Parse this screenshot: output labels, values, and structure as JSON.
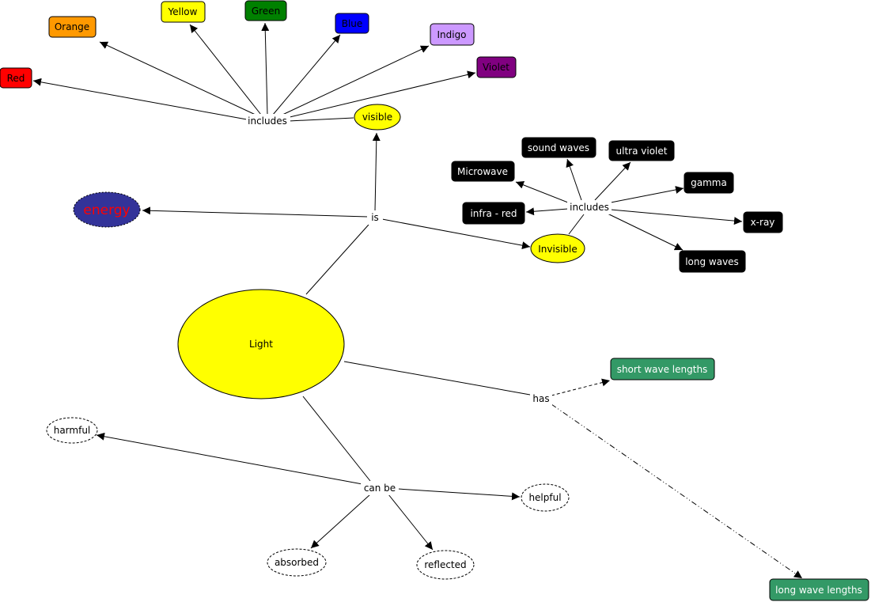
{
  "diagram": {
    "nodes": {
      "light": {
        "label": "Light",
        "fill": "#ffff00",
        "text_color": "#000000"
      },
      "energy": {
        "label": "energy",
        "fill": "#333399",
        "text_color": "#ff0000"
      },
      "visible": {
        "label": "visible",
        "fill": "#ffff00",
        "text_color": "#000000"
      },
      "invisible": {
        "label": "Invisible",
        "fill": "#ffff00",
        "text_color": "#000000"
      },
      "red": {
        "label": "Red",
        "fill": "#ff0000",
        "text_color": "#000000"
      },
      "orange": {
        "label": "Orange",
        "fill": "#ff9900",
        "text_color": "#000000"
      },
      "yellow": {
        "label": "Yellow",
        "fill": "#ffff00",
        "text_color": "#000000"
      },
      "green": {
        "label": "Green",
        "fill": "#008000",
        "text_color": "#000000"
      },
      "blue": {
        "label": "Blue",
        "fill": "#0000ff",
        "text_color": "#000000"
      },
      "indigo": {
        "label": "Indigo",
        "fill": "#cc99ff",
        "text_color": "#000000"
      },
      "violet": {
        "label": "Violet",
        "fill": "#800080",
        "text_color": "#000000"
      },
      "microwave": {
        "label": "Microwave",
        "fill": "#000000",
        "text_color": "#ffffff"
      },
      "sound_waves": {
        "label": "sound waves",
        "fill": "#000000",
        "text_color": "#ffffff"
      },
      "ultra_violet": {
        "label": "ultra violet",
        "fill": "#000000",
        "text_color": "#ffffff"
      },
      "gamma": {
        "label": "gamma",
        "fill": "#000000",
        "text_color": "#ffffff"
      },
      "infra_red": {
        "label": "infra - red",
        "fill": "#000000",
        "text_color": "#ffffff"
      },
      "x_ray": {
        "label": "x-ray",
        "fill": "#000000",
        "text_color": "#ffffff"
      },
      "long_waves": {
        "label": "long waves",
        "fill": "#000000",
        "text_color": "#ffffff"
      },
      "short_wave_lengths": {
        "label": "short wave lengths",
        "fill": "#339966",
        "text_color": "#ffffff"
      },
      "long_wave_lengths": {
        "label": "long wave lengths",
        "fill": "#339966",
        "text_color": "#ffffff"
      },
      "harmful": {
        "label": "harmful",
        "fill": "#ffffff",
        "text_color": "#000000"
      },
      "helpful": {
        "label": "helpful",
        "fill": "#ffffff",
        "text_color": "#000000"
      },
      "absorbed": {
        "label": "absorbed",
        "fill": "#ffffff",
        "text_color": "#000000"
      },
      "reflected": {
        "label": "reflected",
        "fill": "#ffffff",
        "text_color": "#000000"
      }
    },
    "links": {
      "is": "is",
      "includes_visible": "includes",
      "includes_invisible": "includes",
      "has": "has",
      "can_be": "can be"
    }
  }
}
